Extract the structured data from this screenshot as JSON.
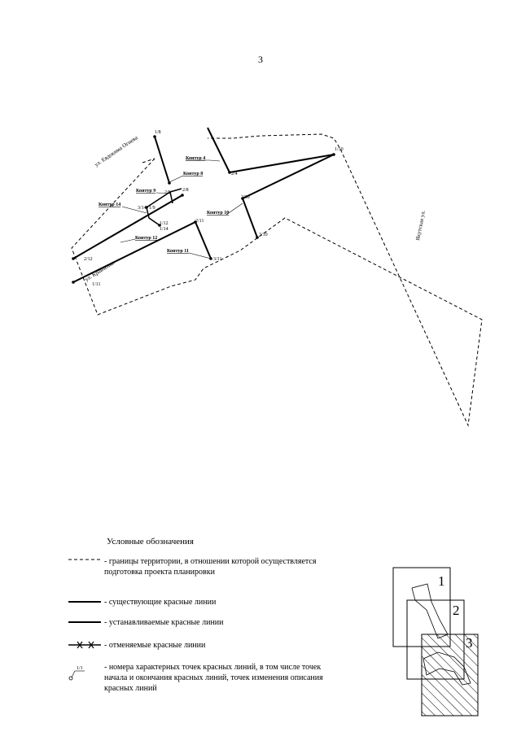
{
  "page_number": "3",
  "map": {
    "streets": {
      "evdokim": "ул. Евдокима Огнева",
      "kravchenko": "ул. Кравченко",
      "yakutskaya": "Якутская ул."
    },
    "contours": {
      "k4": "Контур 4",
      "k8": "Контур 8",
      "k9": "Контур 9",
      "k14": "Контур 14",
      "k10": "Контур 10",
      "k11": "Контур 11",
      "k12": "Контур 12"
    },
    "points": {
      "p1_8": "1/8",
      "p1_10": "1/10",
      "p2_4": "2/4",
      "p2_9": "2/9",
      "p2_8": "2/8",
      "p3_14": "3/14",
      "p1_9": "1/9",
      "p2_10": "2/10",
      "p1_12": "1/12",
      "p1_14": "1/14",
      "p2_11": "2/11",
      "p3_10": "3/10",
      "p2_12": "2/12",
      "p3_11": "3/11",
      "p1_11": "1/11"
    }
  },
  "legend": {
    "title": "Условные обозначения",
    "items": [
      {
        "text": "- границы территории, в отношении которой осуществляется подготовка проекта планировки"
      },
      {
        "text": "- существующие красные линии"
      },
      {
        "text": "- устанавливаемые красные линии"
      },
      {
        "text": "- отменяемые красные линии"
      },
      {
        "text": "- номера характерных точек красных линий, в том числе точек начала и окончания красных линий, точек изменения описания красных линий"
      }
    ],
    "point_symbol_label": "1/1"
  },
  "minimap": {
    "sheets": [
      "1",
      "2",
      "3"
    ]
  }
}
